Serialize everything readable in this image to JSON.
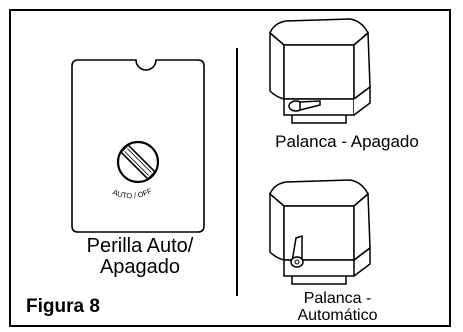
{
  "figure": {
    "title": "Figura 8",
    "knob": {
      "marking": "AUTO / OFF",
      "caption_line1": "Perilla Auto/",
      "caption_line2": "Apagado"
    },
    "lever_off": {
      "caption": "Palanca - Apagado"
    },
    "lever_auto": {
      "caption_line1": "Palanca -",
      "caption_line2": "Automático"
    }
  }
}
